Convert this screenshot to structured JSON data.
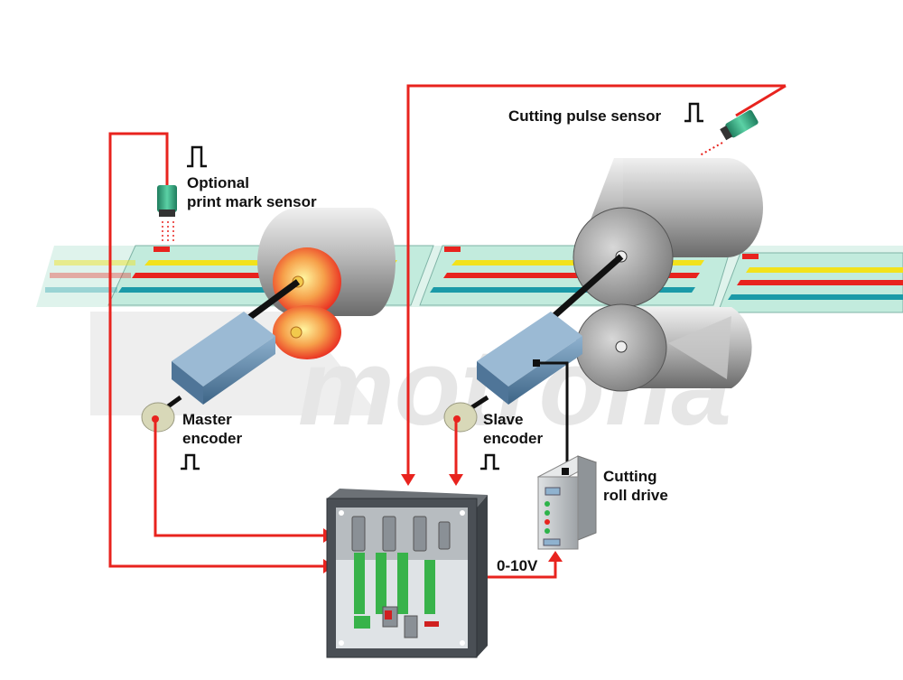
{
  "labels": {
    "cutting_pulse_sensor": "Cutting pulse sensor",
    "optional_line1": "Optional",
    "optional_line2": "print mark sensor",
    "master_line1": "Master",
    "master_line2": "encoder",
    "slave_line1": "Slave",
    "slave_line2": "encoder",
    "cutting_roll_line1": "Cutting",
    "cutting_roll_line2": "roll drive",
    "voltage": "0-10V"
  },
  "watermark": {
    "text": "motrona",
    "registered": "®"
  },
  "colors": {
    "signal_line": "#e8231e",
    "web": "#bfe8dc",
    "stripe_yellow": "#f2e21b",
    "stripe_red": "#e8231e",
    "stripe_teal": "#1b9aa8",
    "encoder_body": "#5a84a8",
    "controller_body": "#4a4f55"
  },
  "icons": [
    "pulse-icon",
    "sensor-icon",
    "encoder-icon",
    "roller-icon",
    "controller-icon",
    "drive-icon"
  ]
}
